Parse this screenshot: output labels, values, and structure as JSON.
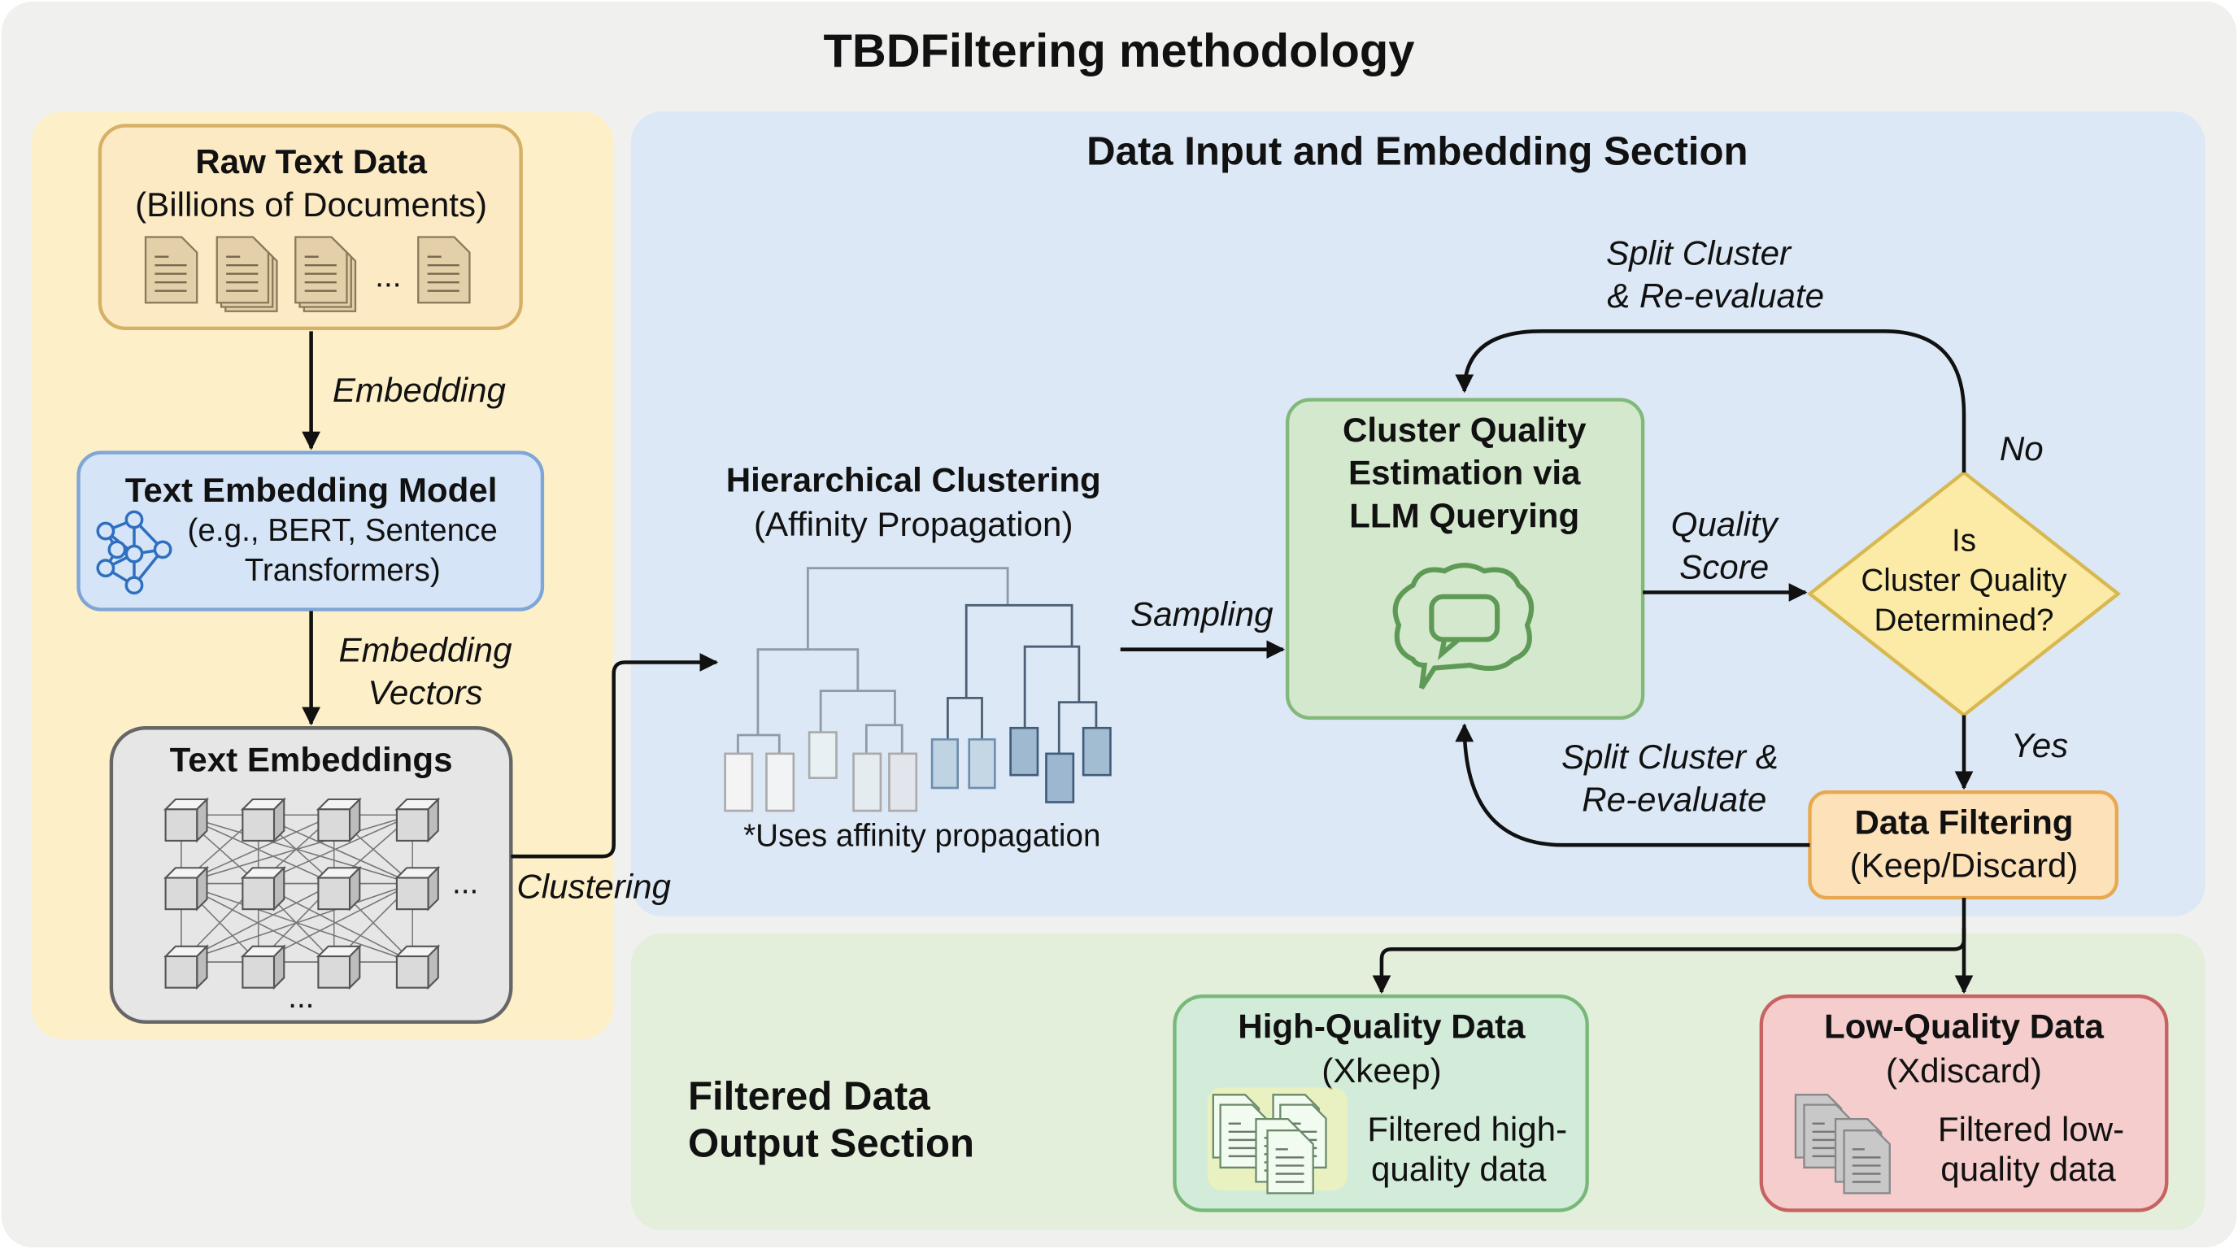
{
  "title": "TBDFiltering methodology",
  "sections": {
    "input": "Data Input and Embedding Section",
    "output": [
      "Filtered Data",
      "Output Section"
    ]
  },
  "raw_text": {
    "title": "Raw Text Data",
    "subtitle": "(Billions of Documents)",
    "ellipsis": "..."
  },
  "edge_embedding": "Embedding",
  "embedding_model": {
    "title": "Text Embedding Model",
    "lines": [
      "(e.g., BERT, Sentence",
      "Transformers)"
    ]
  },
  "edge_vectors": [
    "Embedding",
    "Vectors"
  ],
  "text_embeddings": {
    "title": "Text Embeddings",
    "ellipsis": "..."
  },
  "edge_clustering": "Clustering",
  "clustering": {
    "title": "Hierarchical Clustering",
    "subtitle": "(Affinity Propagation)",
    "note": "*Uses affinity propagation"
  },
  "edge_sampling": "Sampling",
  "quality_estimation": {
    "lines": [
      "Cluster Quality",
      "Estimation via",
      "LLM Querying"
    ]
  },
  "edge_quality_score": [
    "Quality",
    "Score"
  ],
  "decision": {
    "lines": [
      "Is",
      "Cluster Quality",
      "Determined?"
    ]
  },
  "edge_no": "No",
  "edge_no_label": [
    "Split Cluster",
    "& Re-evaluate"
  ],
  "edge_yes": "Yes",
  "edge_back_label": [
    "Split Cluster &",
    "Re-evaluate"
  ],
  "data_filtering": {
    "title": "Data Filtering",
    "subtitle": "(Keep/Discard)"
  },
  "high_quality": {
    "title": "High-Quality Data",
    "subtitle": "(Xkeep)",
    "desc": [
      "Filtered high-",
      "quality data"
    ]
  },
  "low_quality": {
    "title": "Low-Quality Data",
    "subtitle": "(Xdiscard)",
    "desc": [
      "Filtered low-",
      "quality data"
    ]
  },
  "colors": {
    "background": "#f0f0ef",
    "input_panel_left": "#fdf0c9",
    "input_panel": "#dce8f5",
    "output_panel": "#e3eedb",
    "raw_box": "#fbeac3",
    "model_box": "#d5e5f7",
    "embeddings_box": "#e6e6e6",
    "quality_box": "#d3e8cc",
    "decision": "#fbeba6",
    "filtering_box": "#fde1b9",
    "high_box": "#d3ecd9",
    "low_box": "#f5cdcc"
  },
  "icons": [
    "document-icon",
    "neural-network-icon",
    "cube-grid-icon",
    "dendrogram-icon",
    "brain-chat-icon",
    "document-stack-icon"
  ]
}
